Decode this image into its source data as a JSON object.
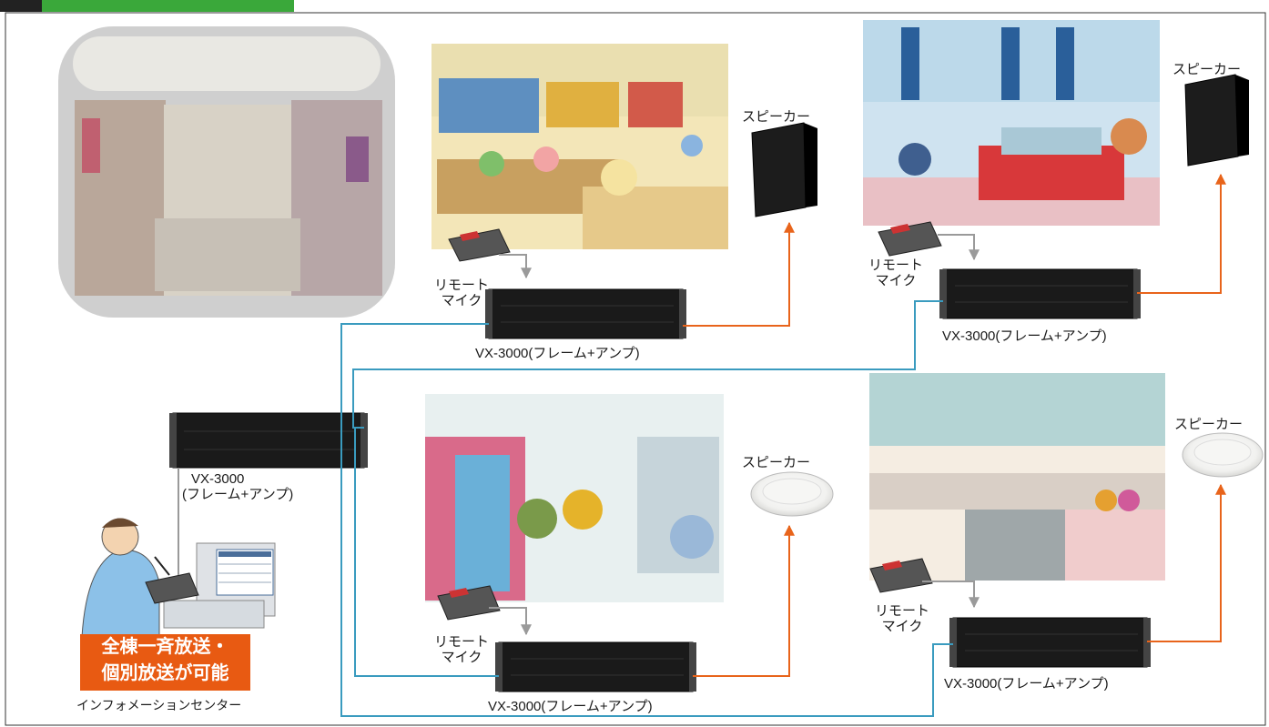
{
  "labels": {
    "speaker": "スピーカー",
    "remote_mic_line1": "リモート",
    "remote_mic_line2": "マイク",
    "vx_unit": "VX-3000(フレーム+アンプ)",
    "vx_center_line1": "VX-3000",
    "vx_center_line2": "(フレーム+アンプ)",
    "info_center": "インフォメーションセンター",
    "broadcast_line1": "全棟一斉放送・",
    "broadcast_line2": "個別放送が可能"
  },
  "colors": {
    "header_bar": "#3aa83a",
    "network_line": "#3a9bbf",
    "speaker_line": "#e8641b",
    "mic_arrow": "#9a9a9a",
    "broadcast_box": "#e85a12"
  }
}
